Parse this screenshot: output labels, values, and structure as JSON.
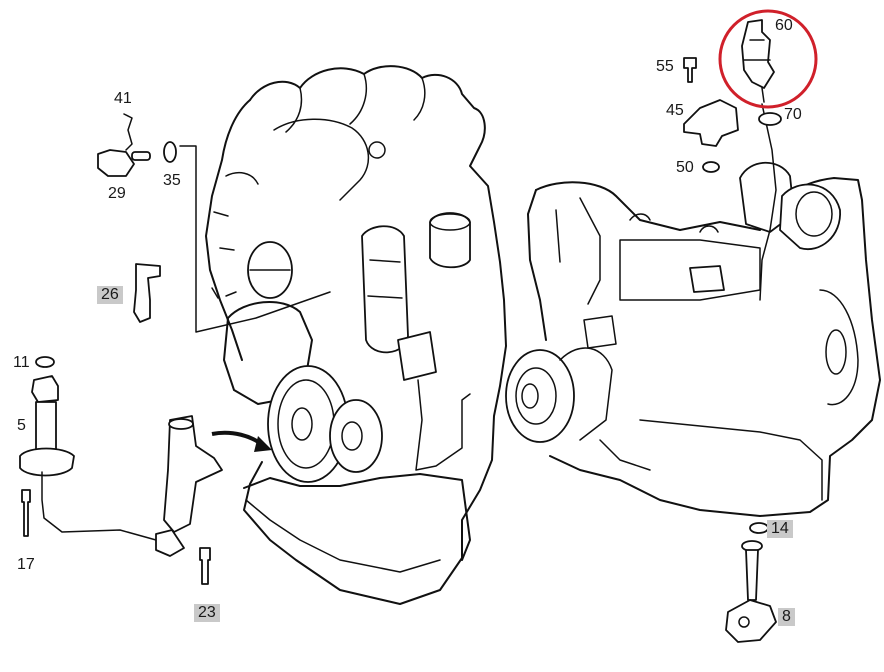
{
  "diagram": {
    "highlight_color": "#d0202a",
    "box_color": "#c9c9c9",
    "callouts": {
      "c60": "60",
      "c55": "55",
      "c45": "45",
      "c70": "70",
      "c50": "50",
      "c41": "41",
      "c29": "29",
      "c35": "35",
      "c26": "26",
      "c11": "11",
      "c5": "5",
      "c17": "17",
      "c23": "23",
      "c14": "14",
      "c8": "8"
    }
  }
}
